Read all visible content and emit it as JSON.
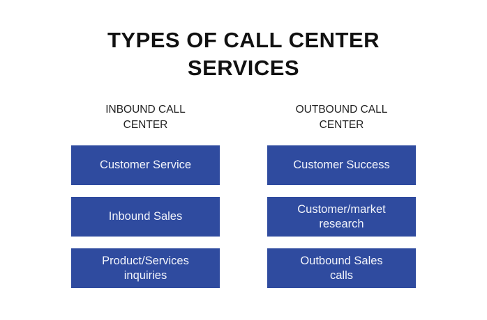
{
  "title": {
    "line1": "TYPES OF CALL CENTER",
    "line2": "SERVICES"
  },
  "colors": {
    "box_fill": "#2f4b9f",
    "box_text": "#f2f4fb",
    "title": "#111111"
  },
  "columns": [
    {
      "header": {
        "line1": "INBOUND CALL",
        "line2": "CENTER"
      },
      "items": [
        {
          "line1": "Customer Service",
          "line2": ""
        },
        {
          "line1": "Inbound Sales",
          "line2": ""
        },
        {
          "line1": "Product/Services",
          "line2": "inquiries"
        }
      ]
    },
    {
      "header": {
        "line1": "OUTBOUND CALL",
        "line2": "CENTER"
      },
      "items": [
        {
          "line1": "Customer Success",
          "line2": ""
        },
        {
          "line1": "Customer/market",
          "line2": "research"
        },
        {
          "line1": "Outbound Sales",
          "line2": "calls"
        }
      ]
    }
  ]
}
